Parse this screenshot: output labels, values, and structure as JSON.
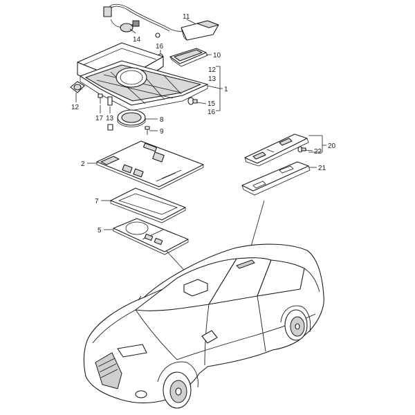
{
  "callouts": {
    "c1": "1",
    "c2": "2",
    "c5": "5",
    "c7": "7",
    "c8": "8",
    "c9": "9",
    "c10": "10",
    "c11": "11",
    "c12a": "12",
    "c12b": "12",
    "c13a": "13",
    "c13b": "13",
    "c14": "14",
    "c15": "15",
    "c16a": "16",
    "c16b": "16",
    "c17": "17",
    "c20": "20",
    "c21": "21",
    "c22": "22"
  },
  "colors": {
    "line": "#1a1a1a",
    "fill_grey": "#d9d9d9"
  }
}
